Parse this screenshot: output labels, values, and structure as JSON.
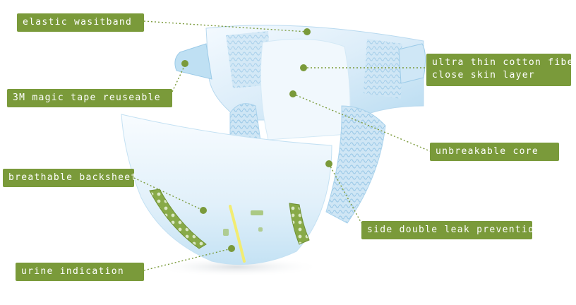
{
  "labels": {
    "elastic_waistband": "elastic wasitband",
    "magic_tape": "3M magic tape reuseable",
    "cotton_layer_line1": "ultra thin cotton fiber",
    "cotton_layer_line2": "close skin layer",
    "core": "unbreakable core",
    "backsheet": "breathable backsheet",
    "leak_prevention": "side double leak prevention",
    "urine_indication": "urine indication"
  },
  "colors": {
    "label_bg": "#7a9a3a",
    "label_text": "#ffffff",
    "connector": "#7a9a3a",
    "diaper_light": "#e6f3fb",
    "diaper_mid": "#bfe0f3",
    "diaper_dark": "#8ec6e6",
    "leak_cuff_green": "#7c9e3e",
    "indicator_yellow": "#f2ec72"
  }
}
